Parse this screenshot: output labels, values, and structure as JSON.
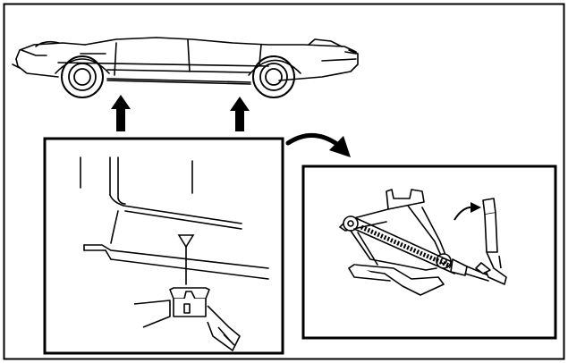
{
  "figure": {
    "panels": [
      "car-side-view",
      "jack-point-detail",
      "scissor-jack-detail"
    ],
    "icons": [
      "car-icon",
      "up-arrow-icon",
      "curved-arrow-icon",
      "triangle-marker-icon",
      "scissor-jack-icon",
      "jack-handle-icon"
    ],
    "colors": {
      "line": "#000000",
      "background": "#ffffff"
    }
  }
}
